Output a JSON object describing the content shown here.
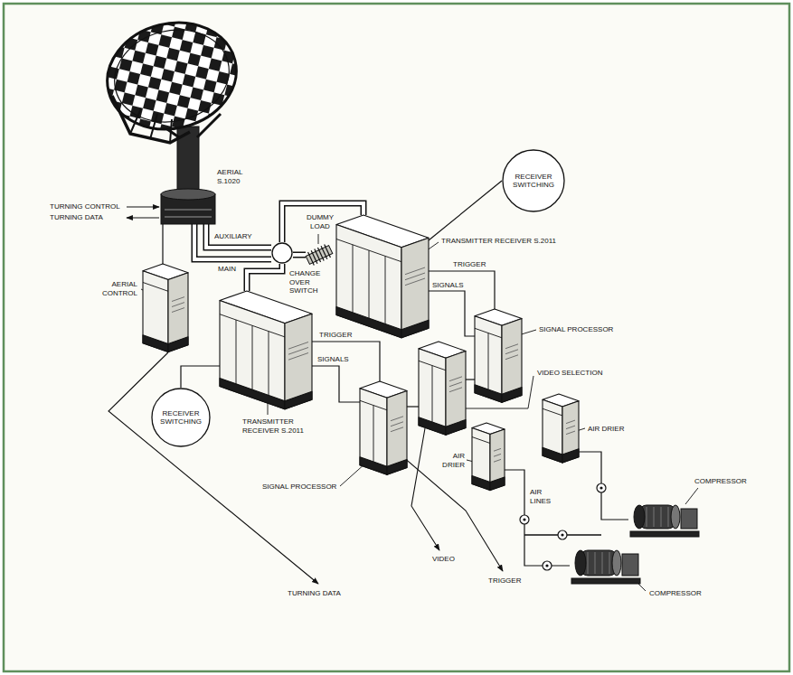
{
  "diagram": {
    "nodes": [
      {
        "text": [
          "AERIAL S.1020"
        ]
      },
      {
        "text": [
          "AERIAL CONTROL"
        ]
      },
      {
        "text": [
          "TRANSMITTER RECEIVER S.2011"
        ]
      },
      {
        "text": [
          "RECEIVER SWITCHING"
        ]
      },
      {
        "text": [
          "TRANSMITTER RECEIVER S.2011"
        ]
      },
      {
        "text": [
          "RECEIVER SWITCHING"
        ]
      },
      {
        "text": [
          "CHANGE OVER SWITCH"
        ]
      },
      {
        "text": [
          "DUMMY LOAD"
        ]
      },
      {
        "text": [
          "SIGNAL PROCESSOR"
        ]
      },
      {
        "text": [
          "VIDEO SELECTION"
        ]
      },
      {
        "text": [
          "SIGNAL PROCESSOR"
        ]
      },
      {
        "text": [
          "AIR DRIER"
        ]
      },
      {
        "text": [
          "AIR DRIER"
        ]
      },
      {
        "text": [
          "COMPRESSOR"
        ]
      },
      {
        "text": [
          "COMPRESSOR"
        ]
      }
    ],
    "edges": [
      {
        "from": 0,
        "to": 6,
        "label": "MAIN",
        "arrow": "none"
      },
      {
        "from": 0,
        "to": 6,
        "label": "AUXILIARY",
        "arrow": "none"
      },
      {
        "from": 1,
        "to": 0,
        "arrow": "none"
      },
      {
        "from": 6,
        "to": 2,
        "arrow": "none"
      },
      {
        "from": 6,
        "to": 7,
        "arrow": "none"
      },
      {
        "from": 6,
        "to": 4,
        "arrow": "none"
      },
      {
        "from": 3,
        "to": 2,
        "arrow": "none"
      },
      {
        "from": 5,
        "to": 4,
        "arrow": "none"
      },
      {
        "from": 2,
        "to": 8,
        "label": "TRIGGER",
        "arrow": "none"
      },
      {
        "from": 2,
        "to": 8,
        "label": "SIGNALS",
        "arrow": "none"
      },
      {
        "from": 4,
        "to": 10,
        "label": "TRIGGER",
        "arrow": "none"
      },
      {
        "from": 4,
        "to": 10,
        "label": "SIGNALS",
        "arrow": "none"
      },
      {
        "from": 8,
        "to": 9,
        "arrow": "none"
      },
      {
        "from": 10,
        "to": 9,
        "arrow": "none"
      },
      {
        "from": 13,
        "to": 11,
        "arrow": "none"
      },
      {
        "from": 14,
        "to": 12,
        "arrow": "none"
      }
    ],
    "labels": [
      "TURNING CONTROL",
      "TURNING DATA",
      "AIR LINES",
      "TURNING DATA",
      "VIDEO",
      "TRIGGER"
    ]
  }
}
